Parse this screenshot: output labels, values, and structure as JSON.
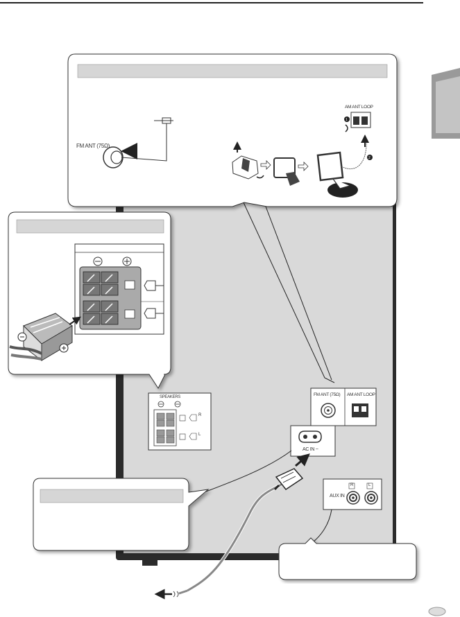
{
  "labels": {
    "fm_ant": "FM ANT (75Ω)",
    "am_ant_loop": "AM ANT LOOP",
    "speakers": "SPEAKERS",
    "ac_in": "AC IN ~",
    "aux_in": "AUX IN",
    "aux_right": "R",
    "aux_left": "L",
    "speaker_right": "R",
    "speaker_left": "L"
  },
  "steps": [
    "1",
    "2"
  ],
  "colors": {
    "panel": "#d9d9d9",
    "panel_dark": "#2b2b2b",
    "callout_header": "#d6d6d6",
    "terminal_block": "#8a8a8a"
  },
  "icons": [
    "power-plug-icon",
    "arrow-left-icon",
    "arrow-up-icon",
    "arrow-right-icon",
    "page-tab-marker-icon",
    "page-corner-oval-icon"
  ]
}
